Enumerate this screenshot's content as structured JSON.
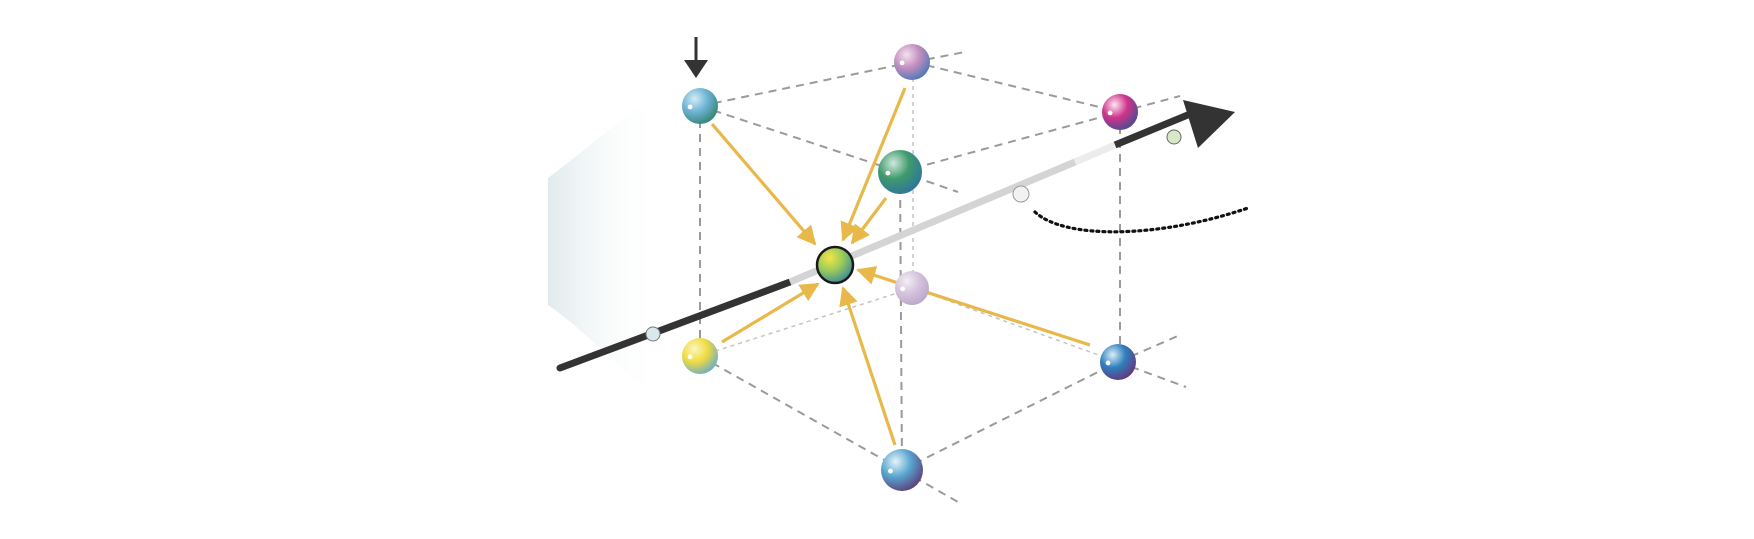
{
  "colors": {
    "background": "#ffffff",
    "cube_edge": "#9a9a9a",
    "interpolation_arrow": "#e8b84a",
    "axis_dark": "#333333",
    "axis_light": "#d6d6d6",
    "rotation_arc": "#111111",
    "fan_shading": "#dfe9ec",
    "target_outline": "#1a1a1a"
  },
  "icons": {
    "input_arrow": "down-arrow-icon",
    "axis_arrow": "arrowhead-icon",
    "rotation": "dotted-arc-icon"
  },
  "nodes": [
    {
      "id": "top-back-left",
      "colors": [
        "#d4ecf4",
        "#6fb4d6",
        "#2e7d68"
      ]
    },
    {
      "id": "top-back-right",
      "colors": [
        "#f3e3ef",
        "#c48fc0",
        "#3f74b6"
      ]
    },
    {
      "id": "top-front-right",
      "colors": [
        "#fbe6f1",
        "#d0338c",
        "#3a4f8f"
      ]
    },
    {
      "id": "top-center",
      "colors": [
        "#cfe9de",
        "#3f9a6c",
        "#2b6fa3"
      ]
    },
    {
      "id": "bottom-back-left",
      "colors": [
        "#fbf6c4",
        "#f1dc3f",
        "#5aa7d6"
      ]
    },
    {
      "id": "bottom-back-right",
      "colors": [
        "#f4eef6",
        "#d6c4dc",
        "#b7a2c6"
      ]
    },
    {
      "id": "bottom-front-right",
      "colors": [
        "#dbeef7",
        "#2f7fbe",
        "#6b2d72"
      ]
    },
    {
      "id": "bottom-front",
      "colors": [
        "#e6f3f9",
        "#58a6cf",
        "#5c3270"
      ]
    }
  ],
  "target": {
    "colors": [
      "#f6e34a",
      "#9ccc59",
      "#2e7fa4"
    ]
  }
}
